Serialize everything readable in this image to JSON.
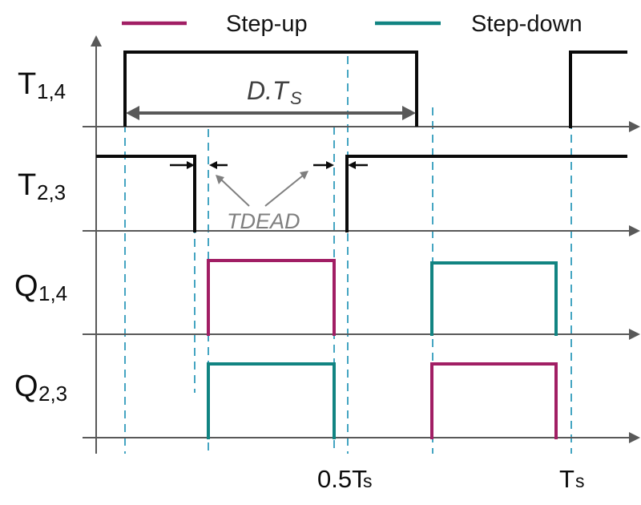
{
  "legend": {
    "step_up": {
      "label": "Step-up",
      "color": "#A11E64"
    },
    "step_down": {
      "label": "Step-down",
      "color": "#118482"
    }
  },
  "row_labels": [
    {
      "main": "T",
      "sub": "1,4"
    },
    {
      "main": "T",
      "sub": "2,3"
    },
    {
      "main": "Q",
      "sub": "1,4"
    },
    {
      "main": "Q",
      "sub": "2,3"
    }
  ],
  "annotations": {
    "duty_cycle": {
      "main": "D.T",
      "sub": "S"
    },
    "dead_time": "TDEAD"
  },
  "x_axis_labels": {
    "half_period": {
      "main": "0.5T",
      "sub": "s"
    },
    "full_period": {
      "main": "T",
      "sub": "s"
    }
  },
  "colors": {
    "step_up": "#A11E64",
    "step_down": "#118482",
    "dashed_guide": "#45A5C2",
    "axis_gray": "#595959",
    "waveform_black": "#0A0A0A"
  }
}
